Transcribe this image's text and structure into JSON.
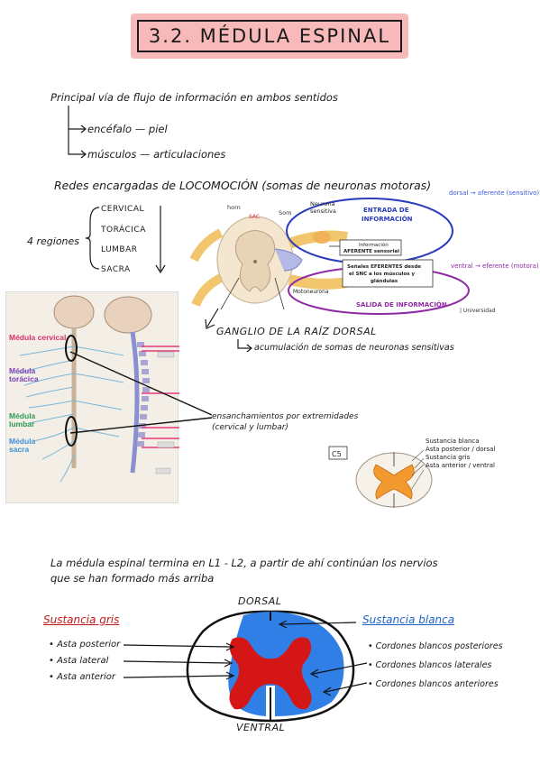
{
  "title": "3.2. MÉDULA ESPINAL",
  "flow": {
    "main": "Principal vía de flujo de información en ambos sentidos",
    "item1": "encéfalo — piel",
    "item2": "músculos — articulaciones"
  },
  "redes": "Redes encargadas de LOCOMOCIÓN (somas de neuronas motoras)",
  "regiones": {
    "label": "4 regiones",
    "items": [
      "CERVICAL",
      "TORÁCICA",
      "LUMBAR",
      "SACRA"
    ]
  },
  "diagram1": {
    "horn": "horn",
    "sac": "SAC",
    "som": "Som",
    "neurona_sensitiva": "Neurona sensitiva",
    "entrada": "ENTRADA DE INFORMACIÓN",
    "info_aferente": "Información AFERENTE sensorial",
    "senales_eferentes": "Señales EFERENTES desde el SNC a los músculos y glándulas",
    "motoneurona": "Motoneurona",
    "salida": "SALIDA DE INFORMACIÓN",
    "universidad": "| Universidad",
    "dorsal_note": "dorsal → aferente (sensitivo)",
    "ventral_note": "ventral → eferente (motora)"
  },
  "ganglio": {
    "title": "GANGLIO DE LA RAÍZ DORSAL",
    "sub": "acumulación de somas de neuronas sensitivas"
  },
  "photo_labels": {
    "cervical": "Médula cervical",
    "toracica": "Médula torácica",
    "lumbar": "Médula lumbar",
    "sacra": "Médula sacra"
  },
  "ensanchamientos": "ensanchamientos por extremidades (cervical y lumbar)",
  "c5": {
    "tag": "C5",
    "labels": [
      "Sustancia blanca",
      "Asta posterior / dorsal",
      "Sustancia gris",
      "Asta anterior / ventral"
    ]
  },
  "termina": {
    "line1": "La médula espinal termina en L1 - L2, a partir de ahí continúan los nervios",
    "line2": "que se han formado más arriba"
  },
  "section": {
    "dorsal": "DORSAL",
    "ventral": "VENTRAL",
    "gris_title": "Sustancia gris",
    "gris_items": [
      "Asta posterior",
      "Asta lateral",
      "Asta anterior"
    ],
    "blanca_title": "Sustancia blanca",
    "blanca_items": [
      "Cordones blancos posteriores",
      "Cordones blancos laterales",
      "Cordones blancos anteriores"
    ]
  },
  "colors": {
    "title_bg": "#f7b9b9",
    "gray_matter": "#d41616",
    "white_matter": "#2f7fe6",
    "entrada_circle": "#2b3dbd",
    "salida_circle": "#8e2aa3",
    "arrow_pink": "#e23a7a"
  }
}
